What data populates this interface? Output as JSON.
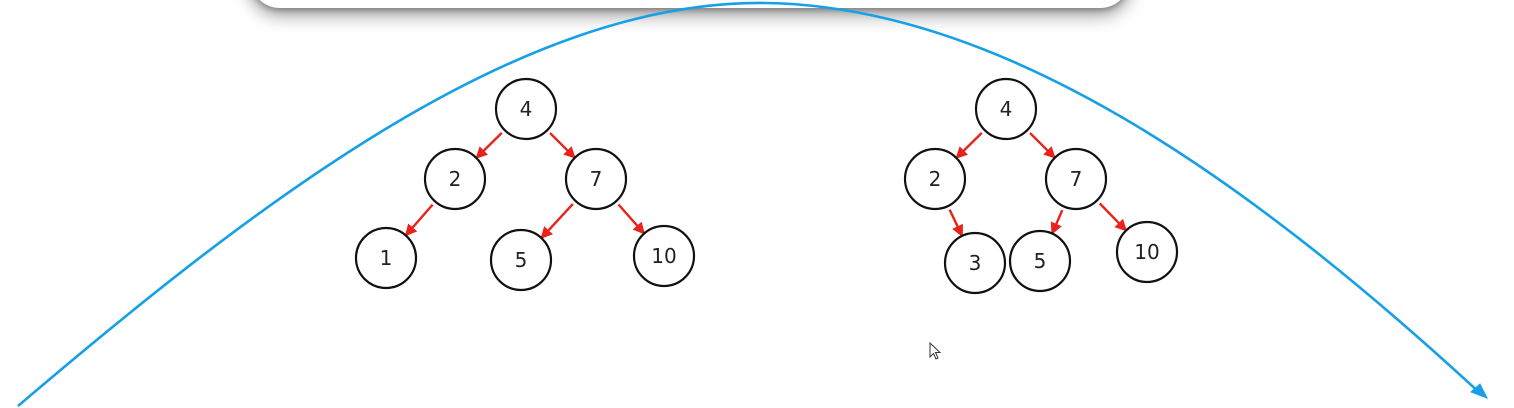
{
  "colors": {
    "edge": "#e8231a",
    "arc": "#17a0e6",
    "node_stroke": "#111111",
    "label": "#222222"
  },
  "trees": [
    {
      "name": "left-tree",
      "nodes": [
        {
          "id": "n4",
          "label": "4"
        },
        {
          "id": "n2",
          "label": "2"
        },
        {
          "id": "n7",
          "label": "7"
        },
        {
          "id": "n1",
          "label": "1"
        },
        {
          "id": "n5",
          "label": "5"
        },
        {
          "id": "n10",
          "label": "10"
        }
      ],
      "edges": [
        {
          "from": "n4",
          "to": "n2"
        },
        {
          "from": "n4",
          "to": "n7"
        },
        {
          "from": "n2",
          "to": "n1"
        },
        {
          "from": "n7",
          "to": "n5"
        },
        {
          "from": "n7",
          "to": "n10"
        }
      ]
    },
    {
      "name": "right-tree",
      "nodes": [
        {
          "id": "n4",
          "label": "4"
        },
        {
          "id": "n2",
          "label": "2"
        },
        {
          "id": "n7",
          "label": "7"
        },
        {
          "id": "n3",
          "label": "3"
        },
        {
          "id": "n5",
          "label": "5"
        },
        {
          "id": "n10",
          "label": "10"
        }
      ],
      "edges": [
        {
          "from": "n4",
          "to": "n2"
        },
        {
          "from": "n4",
          "to": "n7"
        },
        {
          "from": "n2",
          "to": "n3"
        },
        {
          "from": "n7",
          "to": "n5"
        },
        {
          "from": "n7",
          "to": "n10"
        }
      ]
    }
  ],
  "icons": {
    "cursor": "mouse-pointer-icon",
    "arc_arrow": "arrow-head-icon"
  }
}
